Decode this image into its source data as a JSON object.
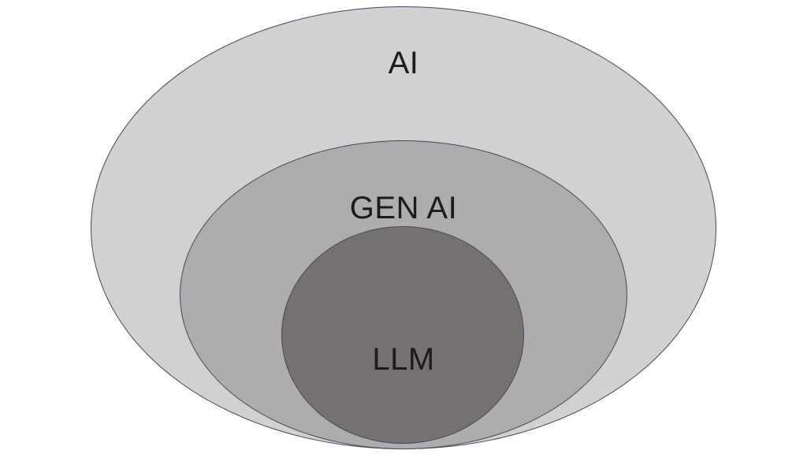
{
  "diagram": {
    "type": "nested-venn",
    "background": "#ffffff",
    "outline_color": "#45455e",
    "text_color": "#1b1b1b",
    "sets": [
      {
        "id": "ai",
        "label": "AI",
        "fill": "#d2d1d1",
        "level": "outer"
      },
      {
        "id": "gen-ai",
        "label": "GEN AI",
        "fill": "#aeacac",
        "level": "middle"
      },
      {
        "id": "llm",
        "label": "LLM",
        "fill": "#767171",
        "level": "inner"
      }
    ]
  }
}
